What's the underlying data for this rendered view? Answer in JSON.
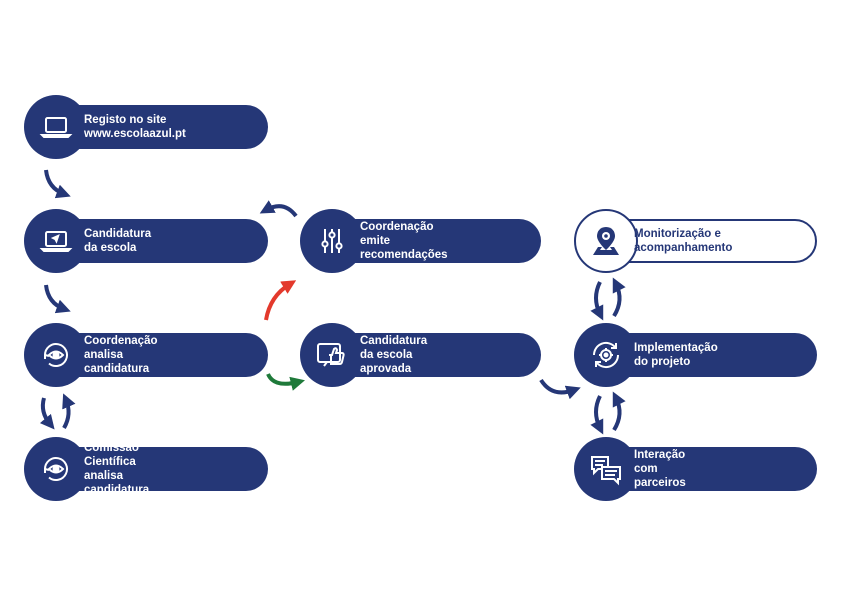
{
  "colors": {
    "navy": "#253777",
    "red": "#e3392c",
    "green": "#1f7a3a",
    "white": "#ffffff"
  },
  "steps": [
    {
      "id": "registo",
      "label": "Registo no site\nwww.escolaazul.pt",
      "icon": "laptop-icon"
    },
    {
      "id": "candidatura",
      "label": "Candidatura da escola",
      "icon": "laptop-cursor-icon"
    },
    {
      "id": "coord-analisa",
      "label": "Coordenação analisa\ncandidatura",
      "icon": "eye-cycle-icon"
    },
    {
      "id": "comissao",
      "label": "Comissão Científica analisa\ncandidatura",
      "icon": "eye-cycle-icon"
    },
    {
      "id": "coord-emite",
      "label": "Coordenação emite\nrecomendações",
      "icon": "sliders-icon"
    },
    {
      "id": "aprovada",
      "label": "Candidatura da escola\naprovada",
      "icon": "thumbs-up-icon"
    },
    {
      "id": "monitorizacao",
      "label": "Monitorização e\nacompanhamento",
      "icon": "map-pin-icon"
    },
    {
      "id": "implementacao",
      "label": "Implementação do projeto",
      "icon": "gear-cycle-icon"
    },
    {
      "id": "interacao",
      "label": "Interação com parceiros",
      "icon": "chat-bubbles-icon"
    }
  ]
}
